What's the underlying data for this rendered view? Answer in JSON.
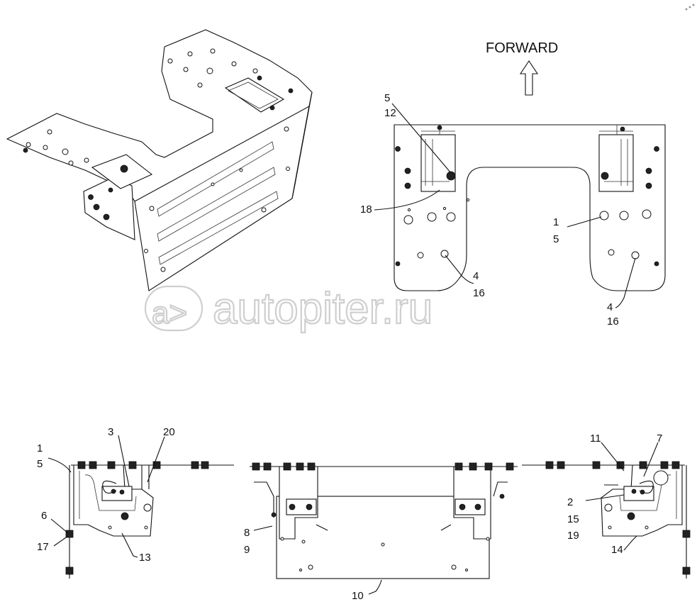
{
  "heading": "FORWARD",
  "watermark": "autopiter.ru",
  "watermark_logo": "a>",
  "callouts": {
    "top_5": "5",
    "top_12": "12",
    "top_18": "18",
    "top_1": "1",
    "top_5b": "5",
    "top_4a": "4",
    "top_16a": "16",
    "top_4b": "4",
    "top_16b": "16",
    "bl_1": "1",
    "bl_5": "5",
    "bl_3": "3",
    "bl_20": "20",
    "bl_6": "6",
    "bl_17": "17",
    "bl_13": "13",
    "bm_8": "8",
    "bm_9": "9",
    "bm_10": "10",
    "br_11": "11",
    "br_7": "7",
    "br_2": "2",
    "br_15": "15",
    "br_19": "19",
    "br_14": "14"
  },
  "icons": {
    "corner": "corner-dots-icon",
    "arrow": "forward-arrow-icon"
  }
}
